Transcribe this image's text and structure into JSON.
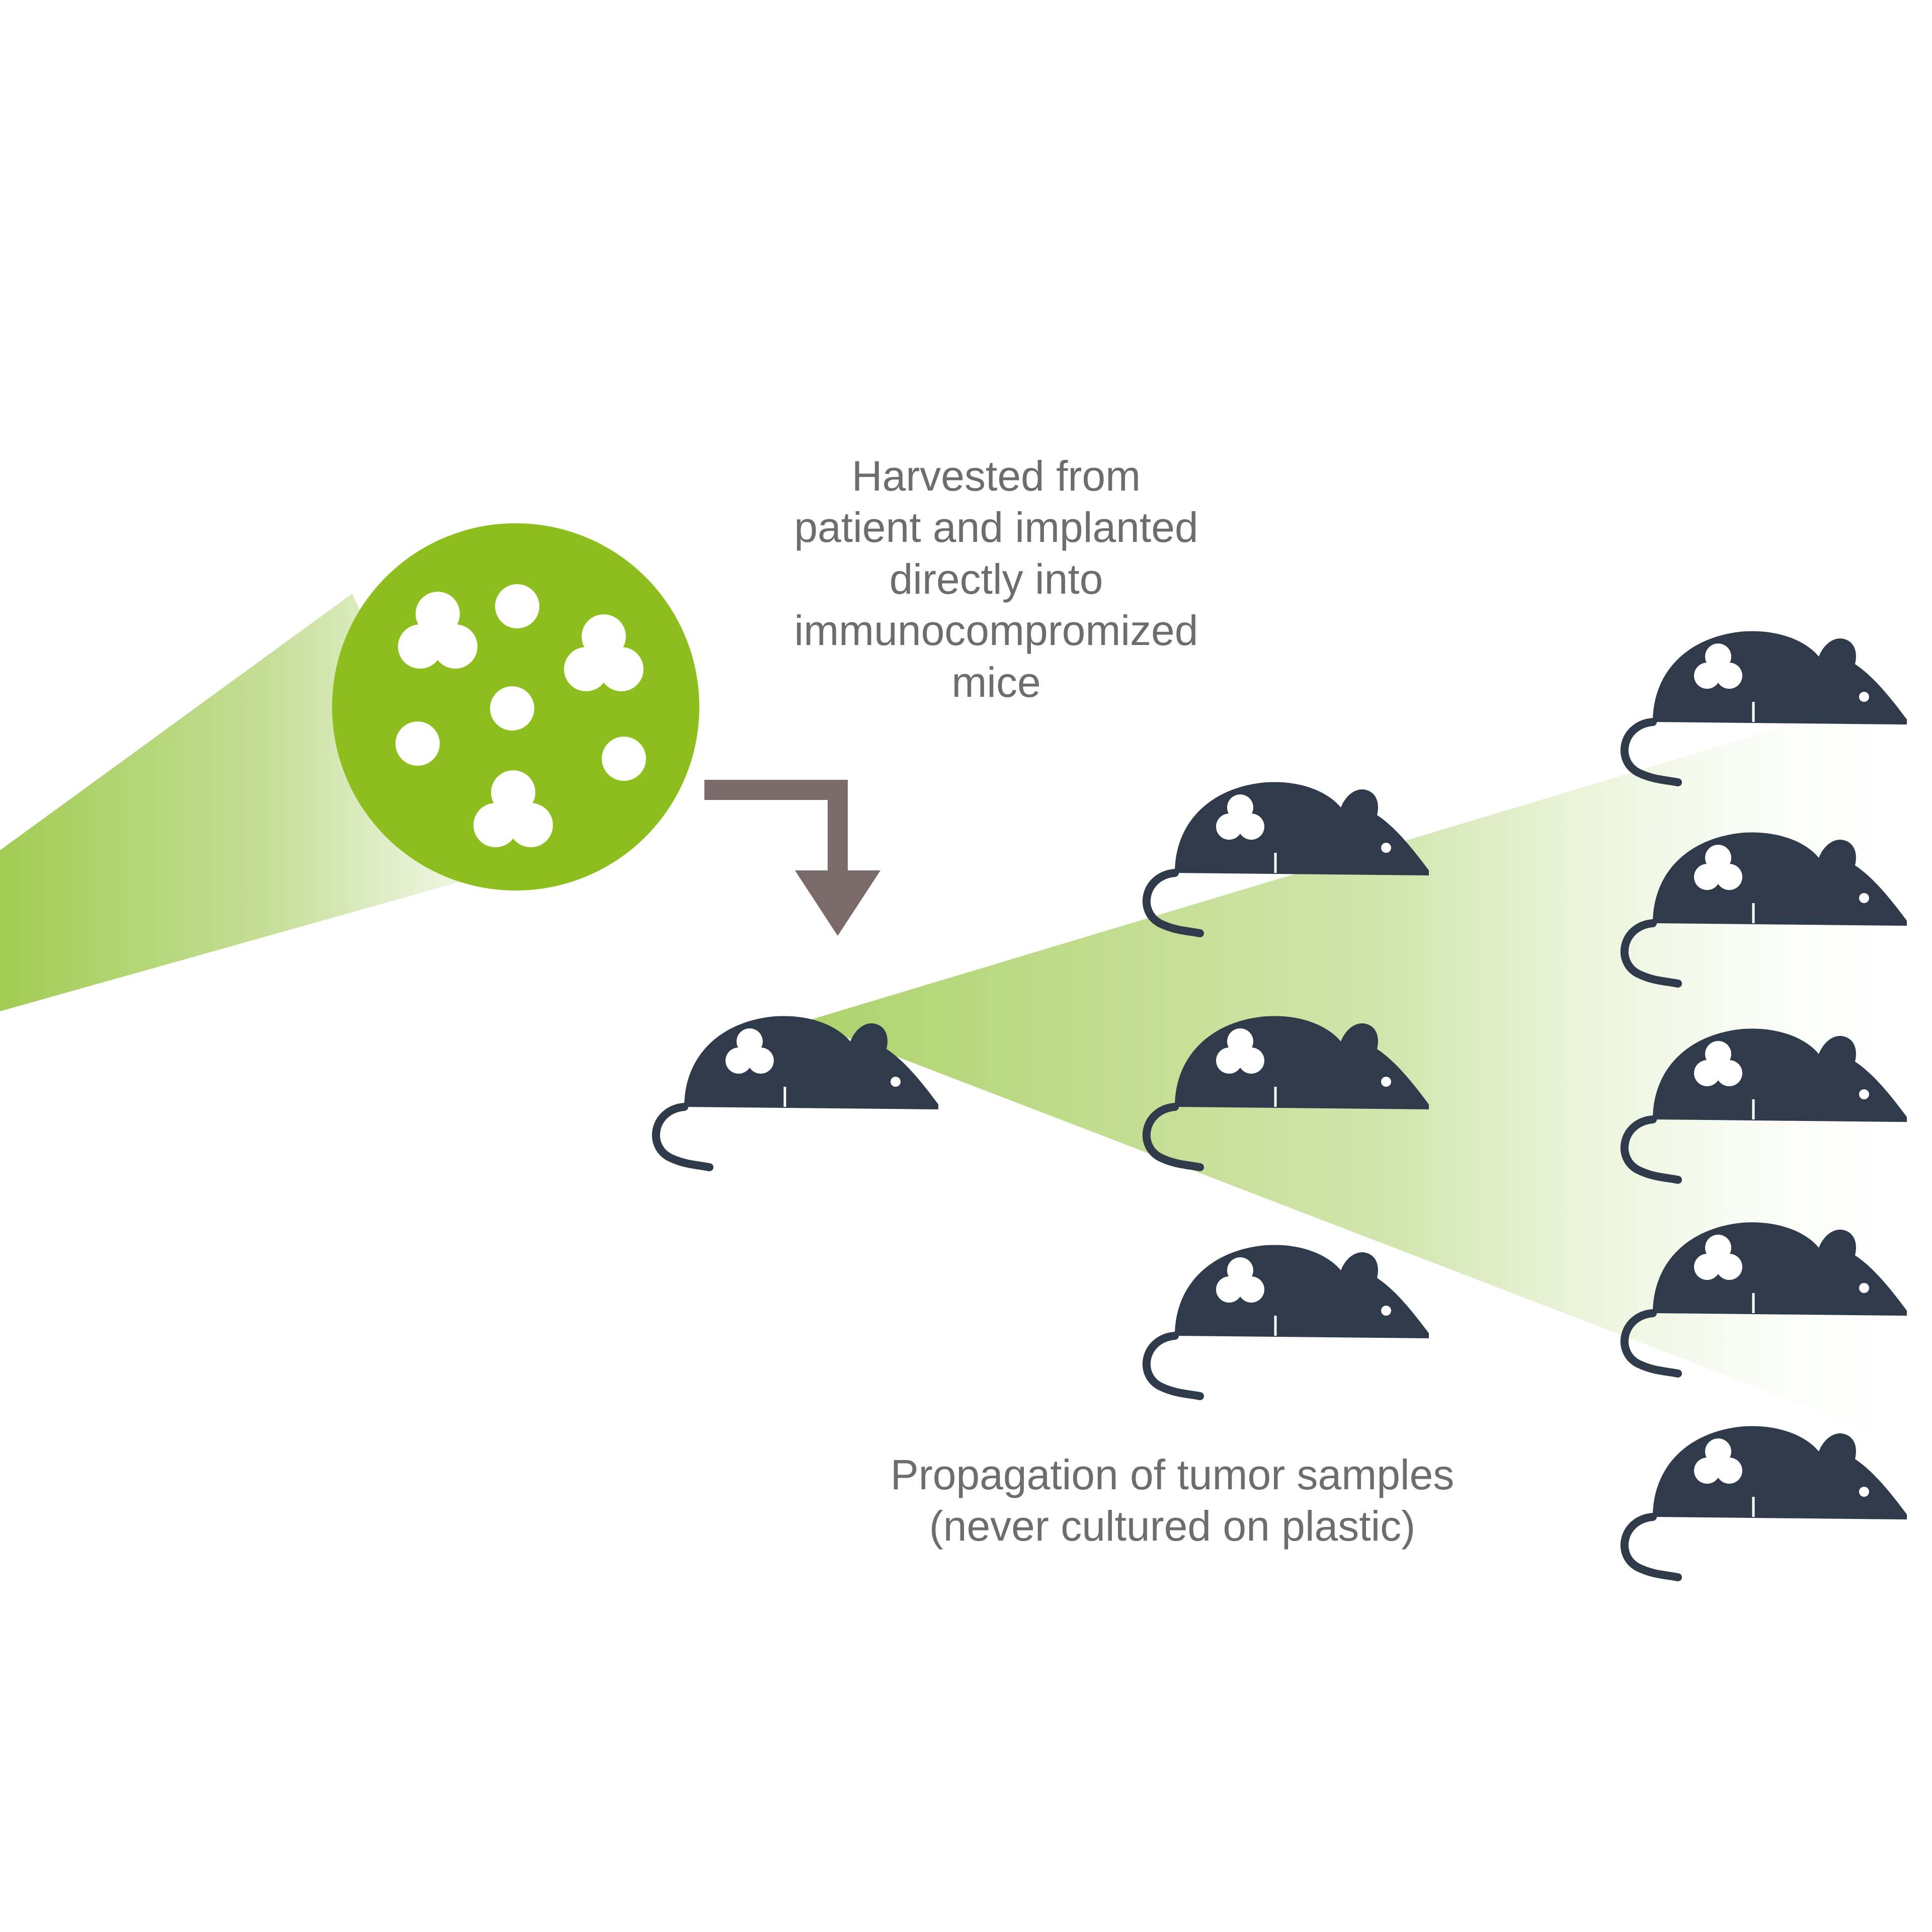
{
  "captions": {
    "harvest": {
      "lines": [
        "Harvested from",
        "patient and implanted",
        "directly into",
        "immunocompromized",
        "mice"
      ]
    },
    "propagation": {
      "lines": [
        "Propagation of tumor samples",
        "(never cultured on plastic)"
      ]
    }
  },
  "colors": {
    "tumor_green": "#8cbf1e",
    "beam_green": "#b5d67a",
    "mouse_navy": "#2f3b4a",
    "arrow_brown": "#7a6b69",
    "caption_gray": "#6d6d6d"
  },
  "icons": {
    "tumor": "tumor-sample-icon",
    "mouse": "mouse-icon",
    "arrow": "bent-arrow-down-icon"
  }
}
